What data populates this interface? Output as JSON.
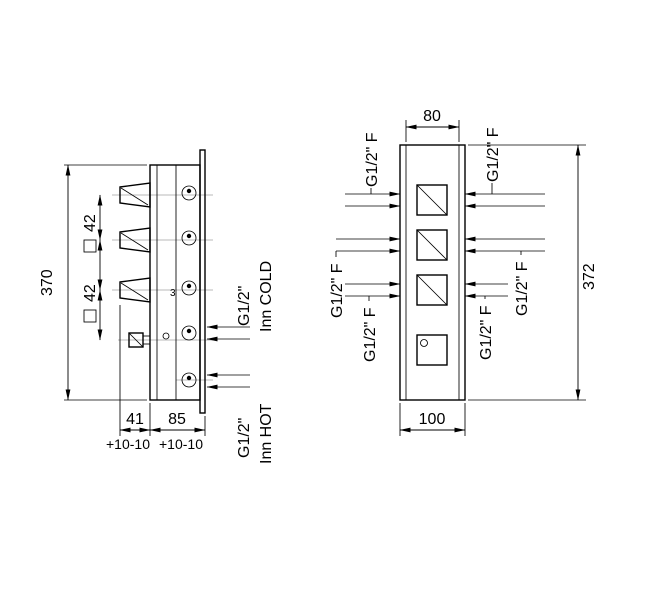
{
  "left_view": {
    "height": "370",
    "spacing_a": "42",
    "spacing_b": "42",
    "depth_front": "41",
    "depth_front_tol": "+10-10",
    "depth_body": "85",
    "depth_body_tol": "+10-10",
    "mark": "3",
    "cold_thread": "G1/2\"",
    "cold_name": "Inn COLD",
    "hot_thread": "G1/2\"",
    "hot_name": "Inn HOT"
  },
  "front_view": {
    "width_top": "80",
    "width_bottom": "100",
    "height": "372",
    "ports": {
      "top_left": "G1/2\" F",
      "top_right": "G1/2\" F",
      "left_outer": "G1/2\" F",
      "left_inner": "G1/2\" F",
      "right_inner": "G1/2\" F",
      "right_outer": "G1/2\" F"
    }
  }
}
